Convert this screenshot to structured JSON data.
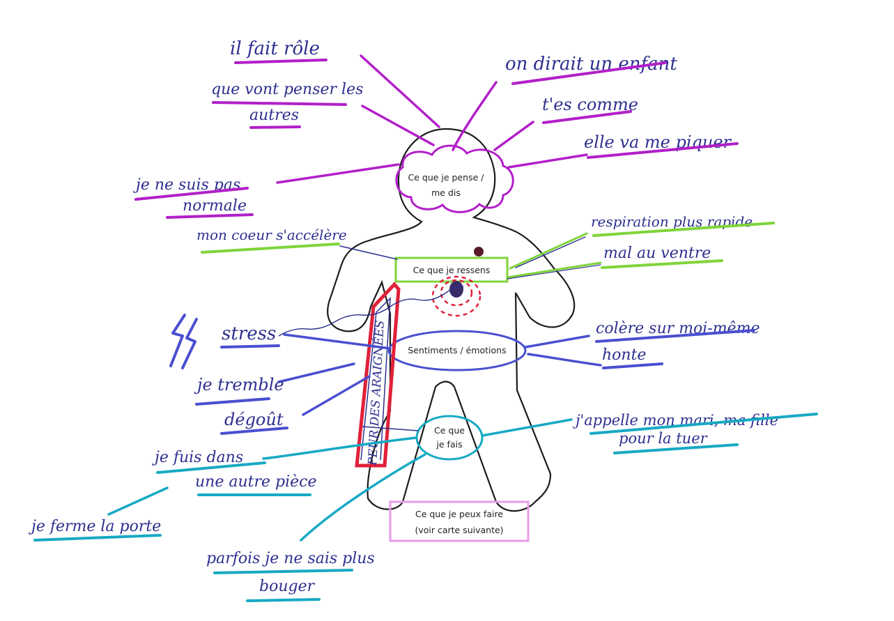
{
  "colors": {
    "think": "#b21fc9",
    "feel": "#7fd43a",
    "emotion": "#4a4fd0",
    "do": "#18a9c4",
    "can_do": "#e79be6",
    "fear": "#e0213a",
    "ink": "#2d2f8f",
    "outline": "#1b1b1b"
  },
  "zones": {
    "think": {
      "label_line1": "Ce que je pense /",
      "label_line2": "me dis"
    },
    "feel": {
      "label": "Ce que je ressens"
    },
    "emotion": {
      "label": "Sentiments / émotions"
    },
    "do": {
      "label_line1": "Ce que",
      "label_line2": "je fais"
    },
    "can_do": {
      "label_line1": "Ce que je peux faire",
      "label_line2": "(voir carte suivante)"
    }
  },
  "fear_band": {
    "label": "PEUR DES ARAIGNÉES"
  },
  "think_notes": [
    {
      "line1": "il fait rôle"
    },
    {
      "line1": "que vont penser les",
      "line2": "autres"
    },
    {
      "line1": "je ne suis pas",
      "line2": "normale"
    },
    {
      "line1": "on dirait un enfant"
    },
    {
      "line1": "t'es comme"
    },
    {
      "line1": "elle va me piquer"
    }
  ],
  "feel_notes": [
    {
      "line1": "mon coeur s'accélère"
    },
    {
      "line1": "respiration plus rapide"
    },
    {
      "line1": "mal au ventre"
    }
  ],
  "emotion_notes": [
    {
      "line1": "stress"
    },
    {
      "line1": "je tremble"
    },
    {
      "line1": "dégoût"
    },
    {
      "line1": "colère sur moi-même"
    },
    {
      "line1": "honte"
    }
  ],
  "do_notes": [
    {
      "line1": "je fuis dans",
      "line2": "une autre pièce"
    },
    {
      "line1": "je ferme la porte"
    },
    {
      "line1": "parfois je ne sais plus",
      "line2": "bouger"
    },
    {
      "line1": "j'appelle mon mari, ma fille",
      "line2": "pour la tuer"
    }
  ]
}
